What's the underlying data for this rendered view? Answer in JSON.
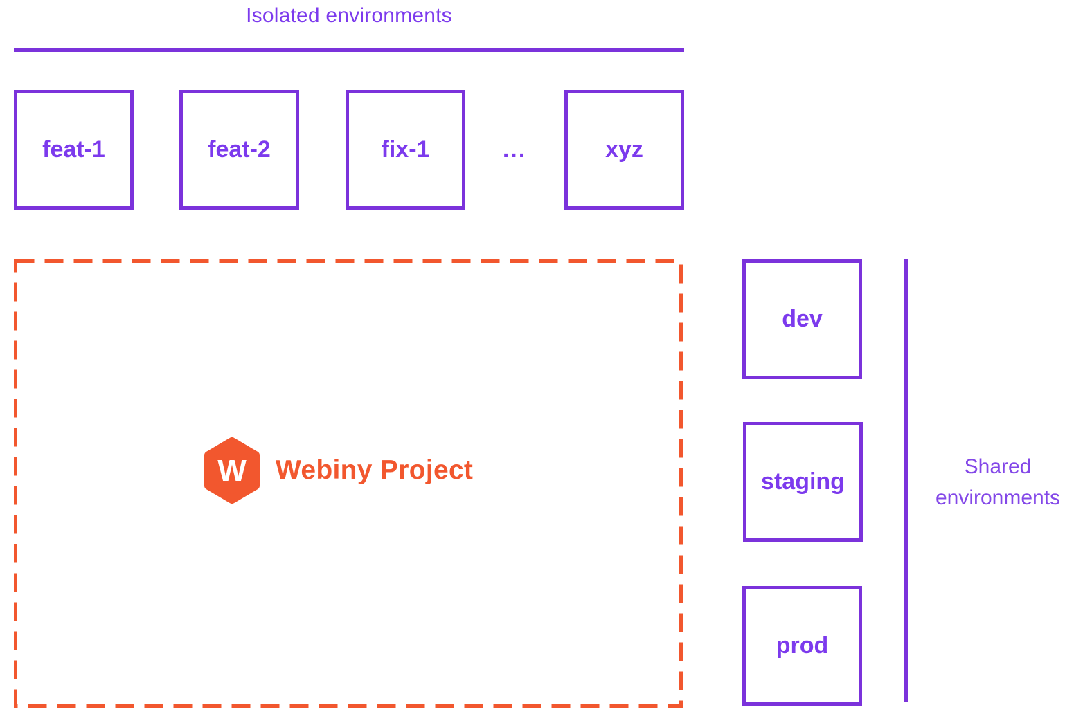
{
  "colors": {
    "purple_border": "#7B32DB",
    "purple_text": "#7C3AED",
    "orange": "#F2572E"
  },
  "isolated": {
    "title": "Isolated environments",
    "boxes": [
      {
        "label": "feat-1"
      },
      {
        "label": "feat-2"
      },
      {
        "label": "fix-1"
      },
      {
        "label": "xyz"
      }
    ],
    "ellipsis": "..."
  },
  "project": {
    "label": "Webiny Project",
    "logo": "webiny-hexagon-logo",
    "logo_letter": "W"
  },
  "shared": {
    "title": "Shared environments",
    "boxes": [
      {
        "label": "dev"
      },
      {
        "label": "staging"
      },
      {
        "label": "prod"
      }
    ]
  }
}
